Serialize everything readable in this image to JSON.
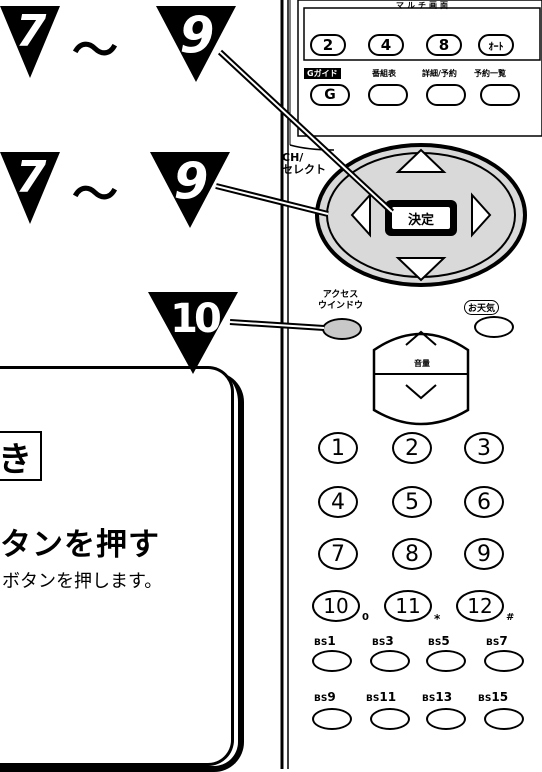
{
  "steps": {
    "top": {
      "from": "7",
      "tilde": "〜",
      "to": "9"
    },
    "middle": {
      "from": "7",
      "tilde": "〜",
      "to": "9"
    },
    "bottom": {
      "num": "10"
    }
  },
  "remote": {
    "multi_label": "マルチ画面",
    "multi_keys": [
      "2",
      "4",
      "8",
      "ｵｰﾄ"
    ],
    "func_labels": [
      "Gガイド",
      "番組表",
      "詳細/予約",
      "予約一覧"
    ],
    "guide_key": "G",
    "ch_label": "CH/\nセレクト",
    "enter_key": "決定",
    "access_label": "アクセス\nウインドウ",
    "weather_key": "お天気",
    "volume_label": "音量",
    "num_keys": [
      "1",
      "2",
      "3",
      "4",
      "5",
      "6",
      "7",
      "8",
      "9",
      "10",
      "11",
      "12"
    ],
    "num_subs": [
      "0",
      "*",
      "#"
    ],
    "bs_keys": [
      {
        "prefix": "BS",
        "num": "1"
      },
      {
        "prefix": "BS",
        "num": "3"
      },
      {
        "prefix": "BS",
        "num": "5"
      },
      {
        "prefix": "BS",
        "num": "7"
      },
      {
        "prefix": "BS",
        "num": "9"
      },
      {
        "prefix": "BS",
        "num": "11"
      },
      {
        "prefix": "BS",
        "num": "13"
      },
      {
        "prefix": "BS",
        "num": "15"
      }
    ]
  },
  "panel": {
    "title_fragment": "き",
    "heading": "タンを押す",
    "body": "ボタンを押します。"
  },
  "colors": {
    "ink": "#000000",
    "paper": "#ffffff",
    "halftone": "#bdbdbd"
  }
}
